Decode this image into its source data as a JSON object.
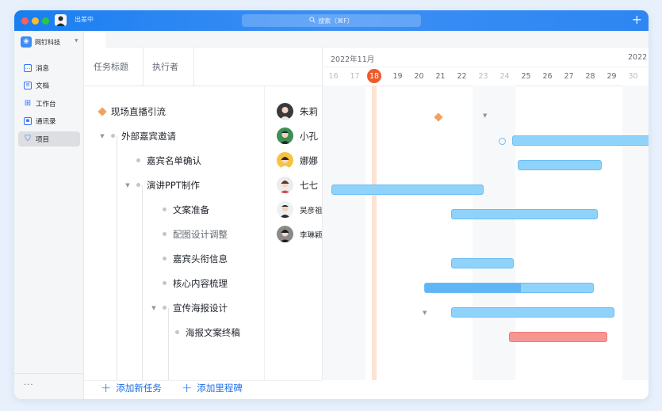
{
  "window": {
    "title_status": "出差中",
    "search_placeholder": "搜索（⌘F）",
    "accent": "#2d86f2"
  },
  "sidebar": {
    "org_name": "网钉科技",
    "items": [
      {
        "label": "消息",
        "icon": "message-icon"
      },
      {
        "label": "文档",
        "icon": "document-icon"
      },
      {
        "label": "工作台",
        "icon": "workbench-icon"
      },
      {
        "label": "通讯录",
        "icon": "contacts-icon"
      },
      {
        "label": "项目",
        "icon": "project-icon",
        "active": true
      }
    ],
    "more": "···"
  },
  "table": {
    "headers": {
      "task": "任务标题",
      "owner": "执行者"
    },
    "rows": [
      {
        "title": "现场直播引流",
        "owner": "朱莉"
      },
      {
        "title": "外部嘉宾邀请",
        "owner": "小孔"
      },
      {
        "title": "嘉宾名单确认",
        "owner": "娜娜"
      },
      {
        "title": "演讲PPT制作",
        "owner": "七七"
      },
      {
        "title": "文案准备",
        "owner": "吴彦祖"
      },
      {
        "title": "配图设计调整",
        "owner": "李琳颖"
      },
      {
        "title": "嘉宾头衔信息",
        "owner": ""
      },
      {
        "title": "核心内容梳理",
        "owner": ""
      },
      {
        "title": "宣传海报设计",
        "owner": ""
      },
      {
        "title": "海报文案终稿",
        "owner": ""
      }
    ]
  },
  "gantt": {
    "month_current": "2022年11月",
    "month_next": "2022",
    "days": [
      "16",
      "17",
      "18",
      "19",
      "20",
      "21",
      "22",
      "23",
      "24",
      "25",
      "26",
      "27",
      "28",
      "29",
      "30"
    ],
    "today": "18",
    "today_color": "#f05a2b"
  },
  "footer": {
    "add_task": "添加新任务",
    "add_milestone": "添加里程碑"
  }
}
